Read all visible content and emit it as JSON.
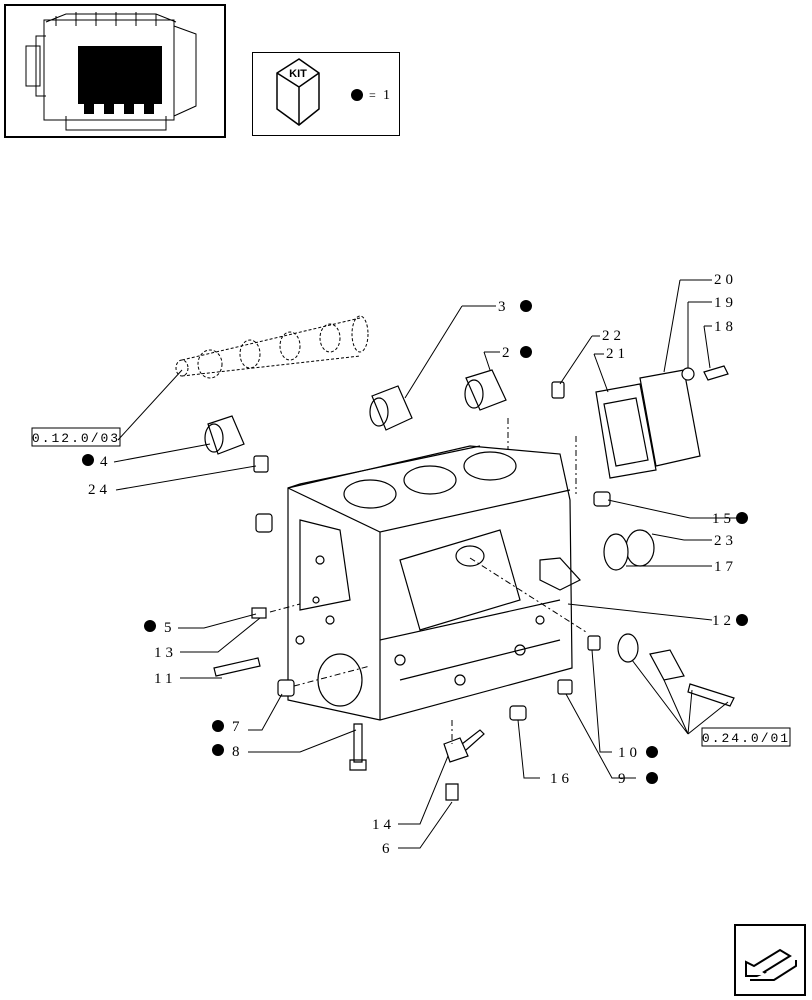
{
  "kit": {
    "label": "KIT",
    "legend_value": "1",
    "equals": "="
  },
  "references": {
    "camshaft_ref": "0.12.0/03",
    "pump_ref": "0.24.0/01"
  },
  "parts": [
    {
      "num": "3",
      "kit": true
    },
    {
      "num": "2",
      "kit": true
    },
    {
      "num": "22",
      "kit": false
    },
    {
      "num": "21",
      "kit": false
    },
    {
      "num": "20",
      "kit": false
    },
    {
      "num": "19",
      "kit": false
    },
    {
      "num": "18",
      "kit": false
    },
    {
      "num": "4",
      "kit": true
    },
    {
      "num": "24",
      "kit": false
    },
    {
      "num": "15",
      "kit": true
    },
    {
      "num": "23",
      "kit": false
    },
    {
      "num": "17",
      "kit": false
    },
    {
      "num": "5",
      "kit": true
    },
    {
      "num": "12",
      "kit": true
    },
    {
      "num": "13",
      "kit": false
    },
    {
      "num": "11",
      "kit": false
    },
    {
      "num": "7",
      "kit": true
    },
    {
      "num": "8",
      "kit": true
    },
    {
      "num": "10",
      "kit": true
    },
    {
      "num": "16",
      "kit": false
    },
    {
      "num": "9",
      "kit": true
    },
    {
      "num": "14",
      "kit": false
    },
    {
      "num": "6",
      "kit": false
    }
  ],
  "icons": {
    "thumbnail": "engine-thumbnail-icon",
    "kit": "kit-cube-icon",
    "kit_dot": "filled-dot-icon",
    "navigation": "back-arrow-icon"
  }
}
